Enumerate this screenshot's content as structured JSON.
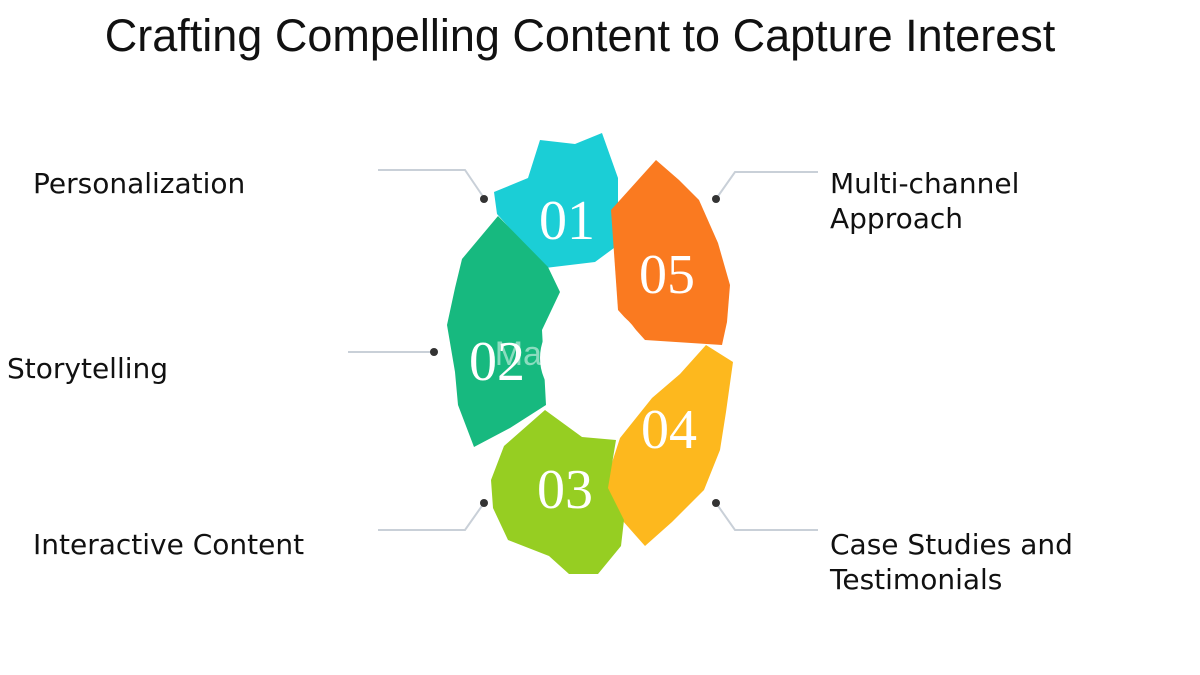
{
  "title": "Crafting Compelling Content to Capture Interest",
  "colors": {
    "segment_01": "#1BCED6",
    "segment_02": "#17B97F",
    "segment_03": "#96CE22",
    "segment_04": "#FDB81E",
    "segment_05": "#FA7A20",
    "connector": "#c9d0d8",
    "dot": "#333333"
  },
  "segments": [
    {
      "number": "01",
      "label_lines": [
        "Personalization"
      ]
    },
    {
      "number": "02",
      "label_lines": [
        "Storytelling"
      ]
    },
    {
      "number": "03",
      "label_lines": [
        "Interactive Content"
      ]
    },
    {
      "number": "04",
      "label_lines": [
        "Case Studies and",
        "Testimonials"
      ]
    },
    {
      "number": "05",
      "label_lines": [
        "Multi-channel",
        "Approach"
      ]
    }
  ],
  "watermark": "MasterCon..."
}
